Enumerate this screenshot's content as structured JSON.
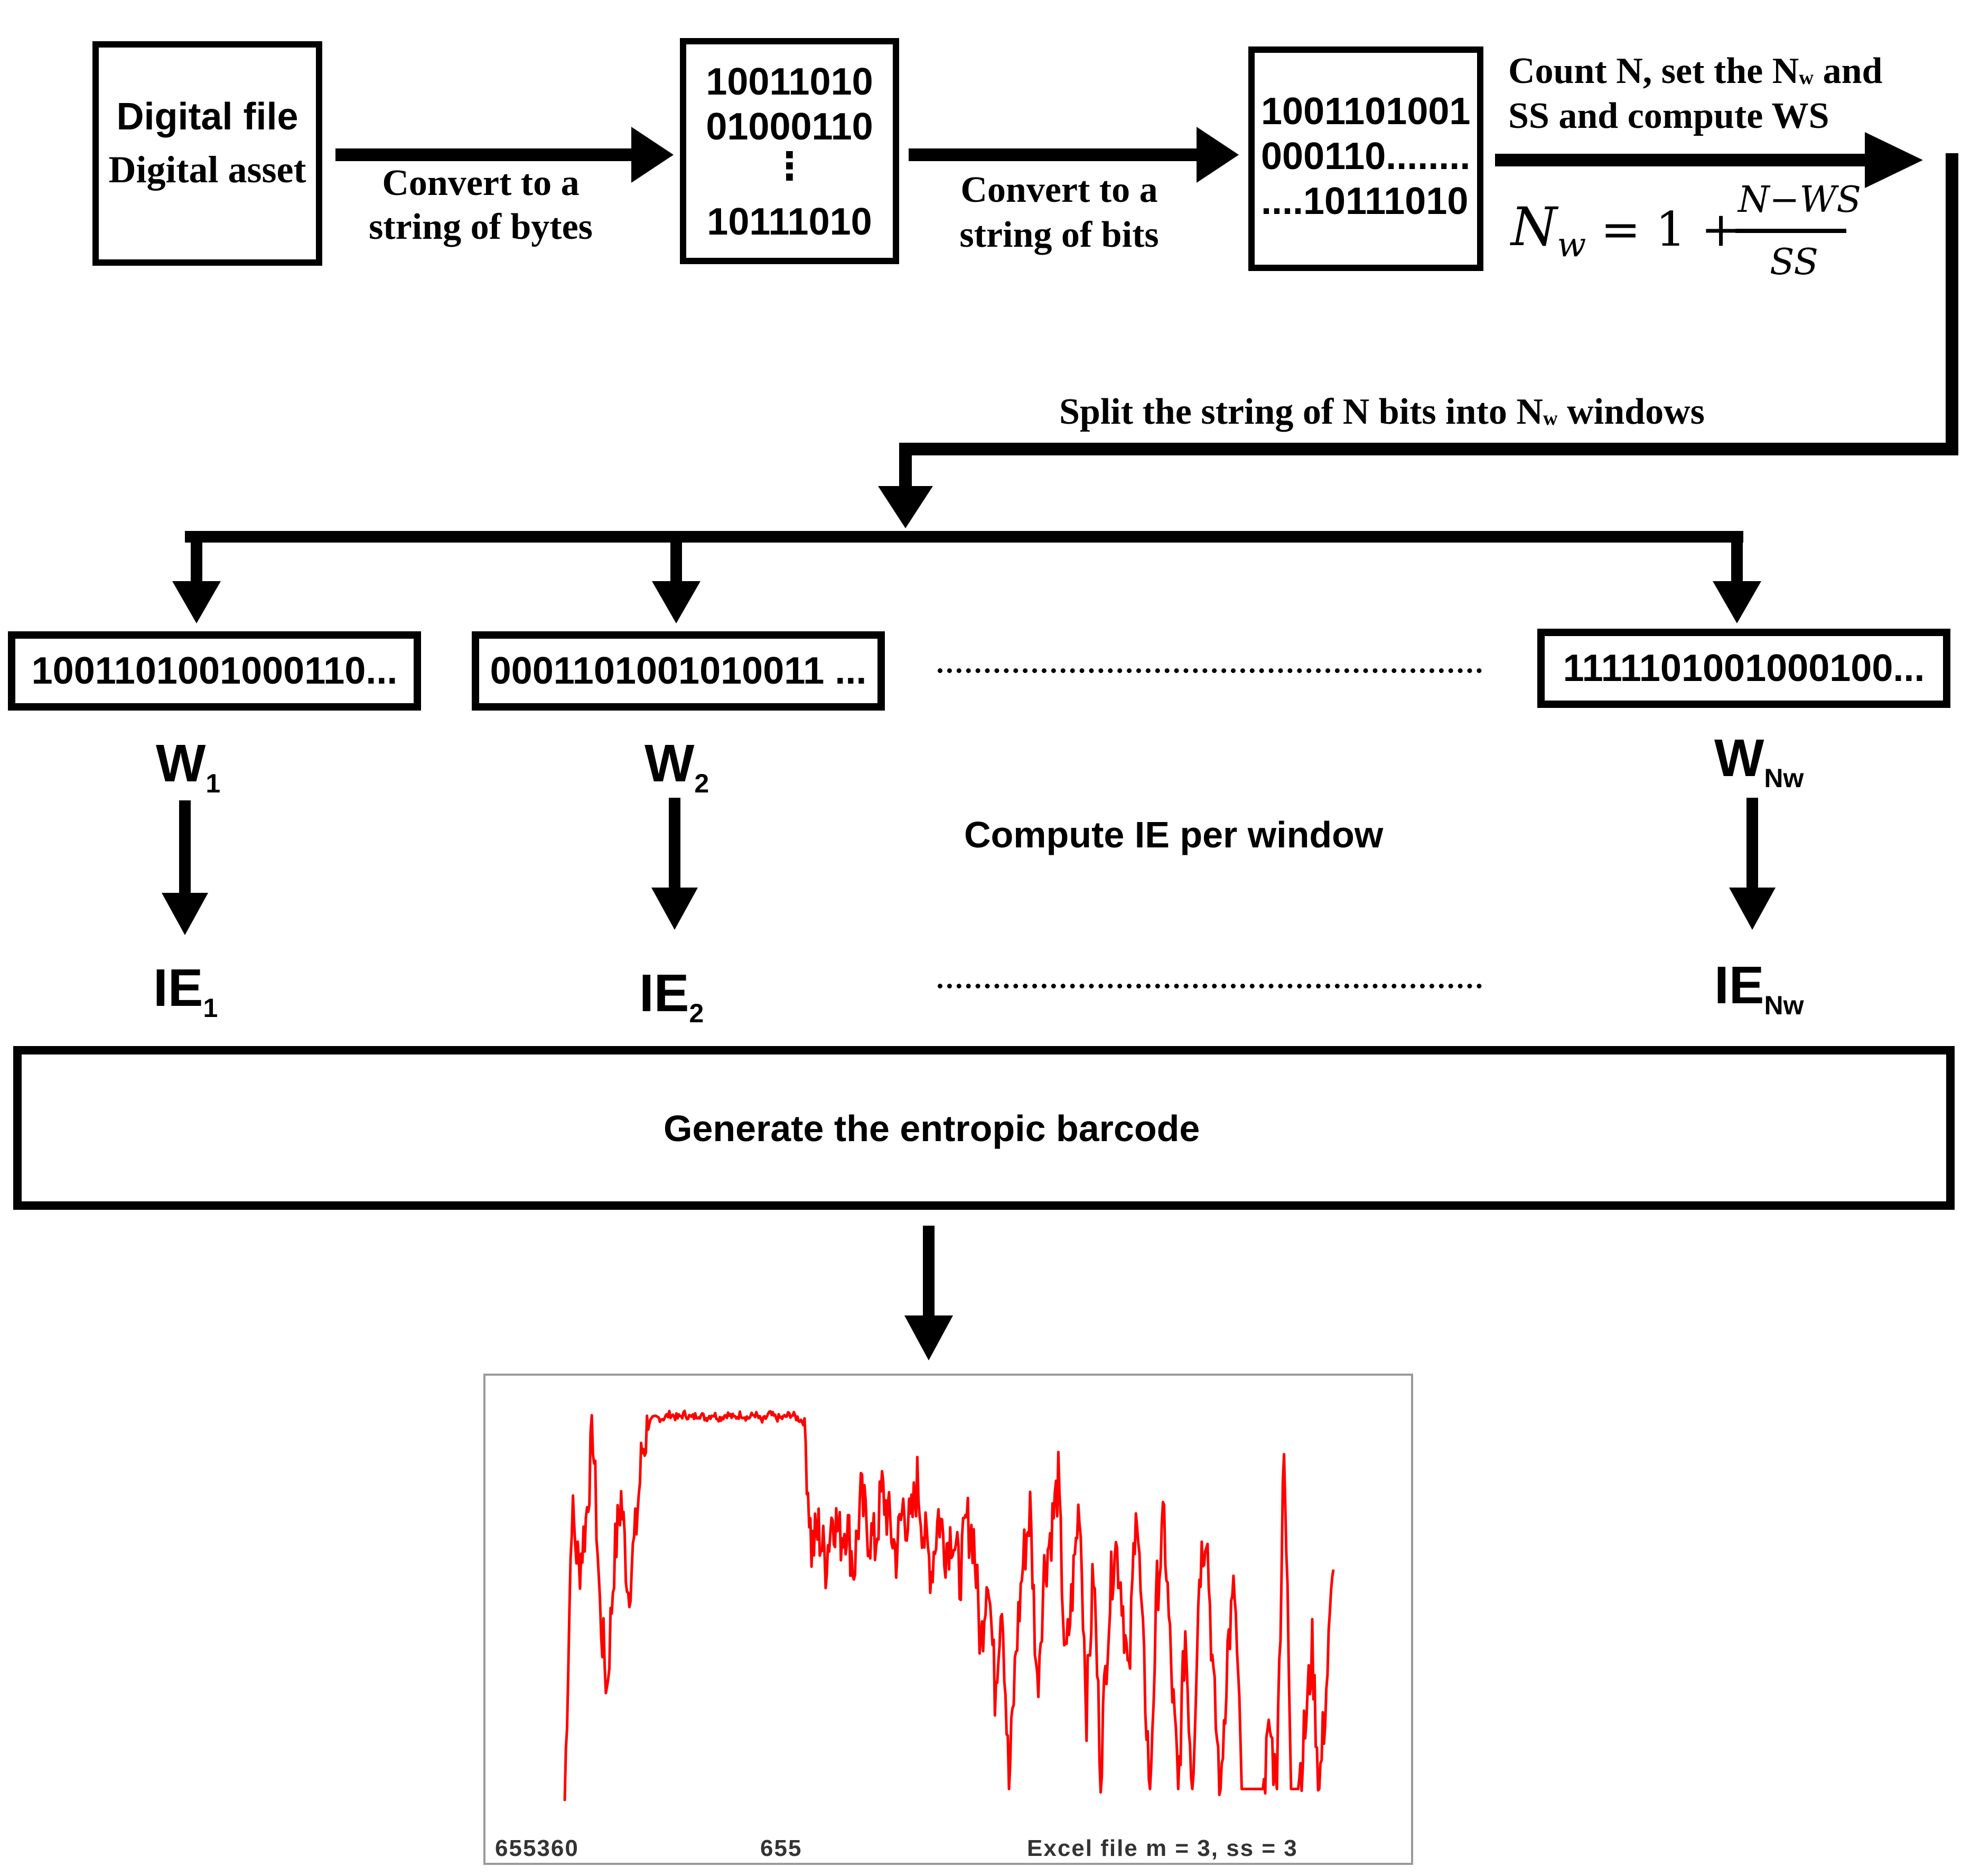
{
  "input_box": {
    "line1": "Digital file",
    "line2": "Digital asset"
  },
  "step1": {
    "line1": "Convert to a",
    "line2": "string of bytes"
  },
  "bytes_box": {
    "line1": "10011010",
    "line2": "01000110",
    "ellipsis": "⋮",
    "line3": "10111010"
  },
  "step2": {
    "line1": "Convert to a",
    "line2": "string of bits"
  },
  "bits_box": {
    "line1": "1001101001",
    "line2": "000110........",
    "line3": "....10111010"
  },
  "step3": {
    "line1_a": "Count N, set the N",
    "line1_sub": "w",
    "line1_b": " and",
    "line2": "SS and compute WS"
  },
  "formula": {
    "lhs": "N",
    "lhs_sub": "w",
    "eq": "= 1 +",
    "numerator": "N−WS",
    "denominator": "SS"
  },
  "split": {
    "a": "Split the string of N bits into N",
    "sub": "w",
    "b": " windows"
  },
  "windows": [
    {
      "bits": "1001101001000110...",
      "label": "W",
      "sub": "1",
      "ie_label": "IE",
      "ie_sub": "1"
    },
    {
      "bits": "0001101001010011 ...",
      "label": "W",
      "sub": "2",
      "ie_label": "IE",
      "ie_sub": "2"
    },
    {
      "bits": "1111101001000100...",
      "label": "W",
      "sub": "Nw",
      "ie_label": "IE",
      "ie_sub": "Nw"
    }
  ],
  "compute_label": "Compute IE per window",
  "generate_label": "Generate the entropic barcode",
  "barcode_plot": {
    "line_color": "#ff0000",
    "label_left": "655360",
    "label_mid": "655",
    "label_right": "Excel file  m = 3, ss = 3"
  },
  "chart_data": {
    "type": "line",
    "title": "",
    "xlabel": "",
    "ylabel": "",
    "series": [
      {
        "values": [
          0.02,
          0.75,
          0.6,
          0.72,
          0.95,
          0.5,
          0.3,
          0.62,
          0.78,
          0.55,
          0.68,
          0.9,
          0.97,
          0.98,
          0.98,
          0.99,
          0.98,
          0.99,
          0.98,
          0.99,
          0.98,
          0.99,
          0.98,
          0.99,
          0.98,
          0.99,
          0.98,
          0.99,
          0.97,
          0.99,
          0.98,
          0.98,
          0.99,
          0.98,
          0.97,
          0.65,
          0.7,
          0.62,
          0.75,
          0.68,
          0.72,
          0.6,
          0.78,
          0.7,
          0.66,
          0.8,
          0.72,
          0.64,
          0.76,
          0.7,
          0.82,
          0.68,
          0.6,
          0.74,
          0.66,
          0.7,
          0.58,
          0.72,
          0.68,
          0.4,
          0.62,
          0.3,
          0.55,
          0.05,
          0.4,
          0.62,
          0.75,
          0.3,
          0.6,
          0.7,
          0.82,
          0.35,
          0.55,
          0.78,
          0.25,
          0.6,
          0.1,
          0.45,
          0.68,
          0.55,
          0.3,
          0.8,
          0.4,
          0.05,
          0.55,
          0.72,
          0.35,
          0.05,
          0.45,
          0.05,
          0.6,
          0.72,
          0.3,
          0.05,
          0.4,
          0.55,
          0.05,
          0.05,
          0.05,
          0.05,
          0.2,
          0.05,
          0.95,
          0.05,
          0.05,
          0.2,
          0.4,
          0.05,
          0.3,
          0.6
        ]
      }
    ]
  }
}
